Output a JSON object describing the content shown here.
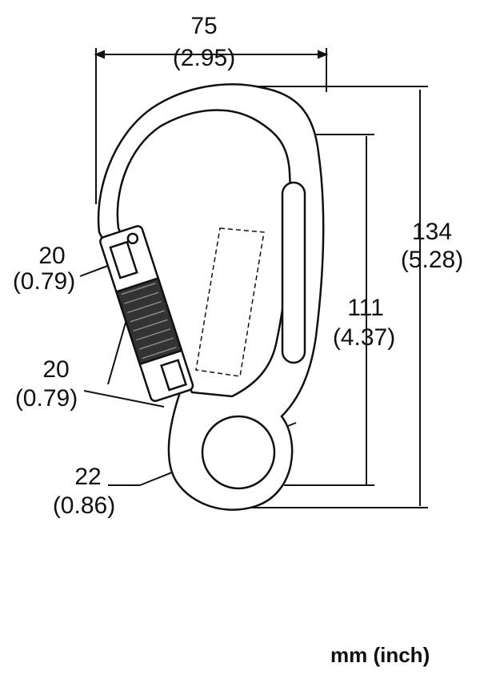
{
  "dimensions": {
    "width": {
      "mm": "75",
      "inch": "(2.95)"
    },
    "overall_height": {
      "mm": "134",
      "inch": "(5.28)"
    },
    "inner_height": {
      "mm": "111",
      "inch": "(4.37)"
    },
    "gate_width": {
      "mm": "20",
      "inch": "(0.79)"
    },
    "gate_opening": {
      "mm": "20",
      "inch": "(0.79)"
    },
    "eye_diameter": {
      "mm": "22",
      "inch": "(0.86)"
    }
  },
  "units_label": "mm (inch)"
}
